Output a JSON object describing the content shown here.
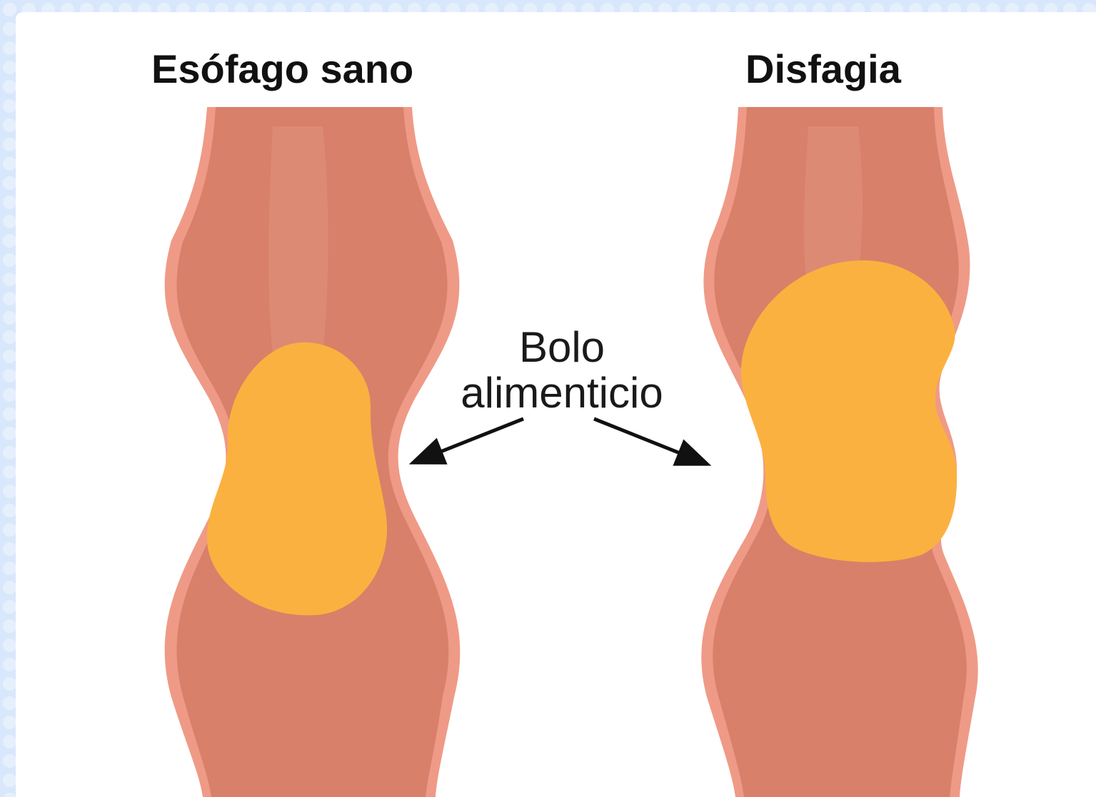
{
  "diagram": {
    "left_title": "Esófago sano",
    "right_title": "Disfagia",
    "label_line1": "Bolo",
    "label_line2": "alimenticio"
  },
  "colors": {
    "background": "#d8e7fb",
    "panel": "#ffffff",
    "esophagus_wall": "#ef9a86",
    "esophagus_inner": "#d8806a",
    "bolus": "#fbb13f",
    "text": "#111111"
  }
}
